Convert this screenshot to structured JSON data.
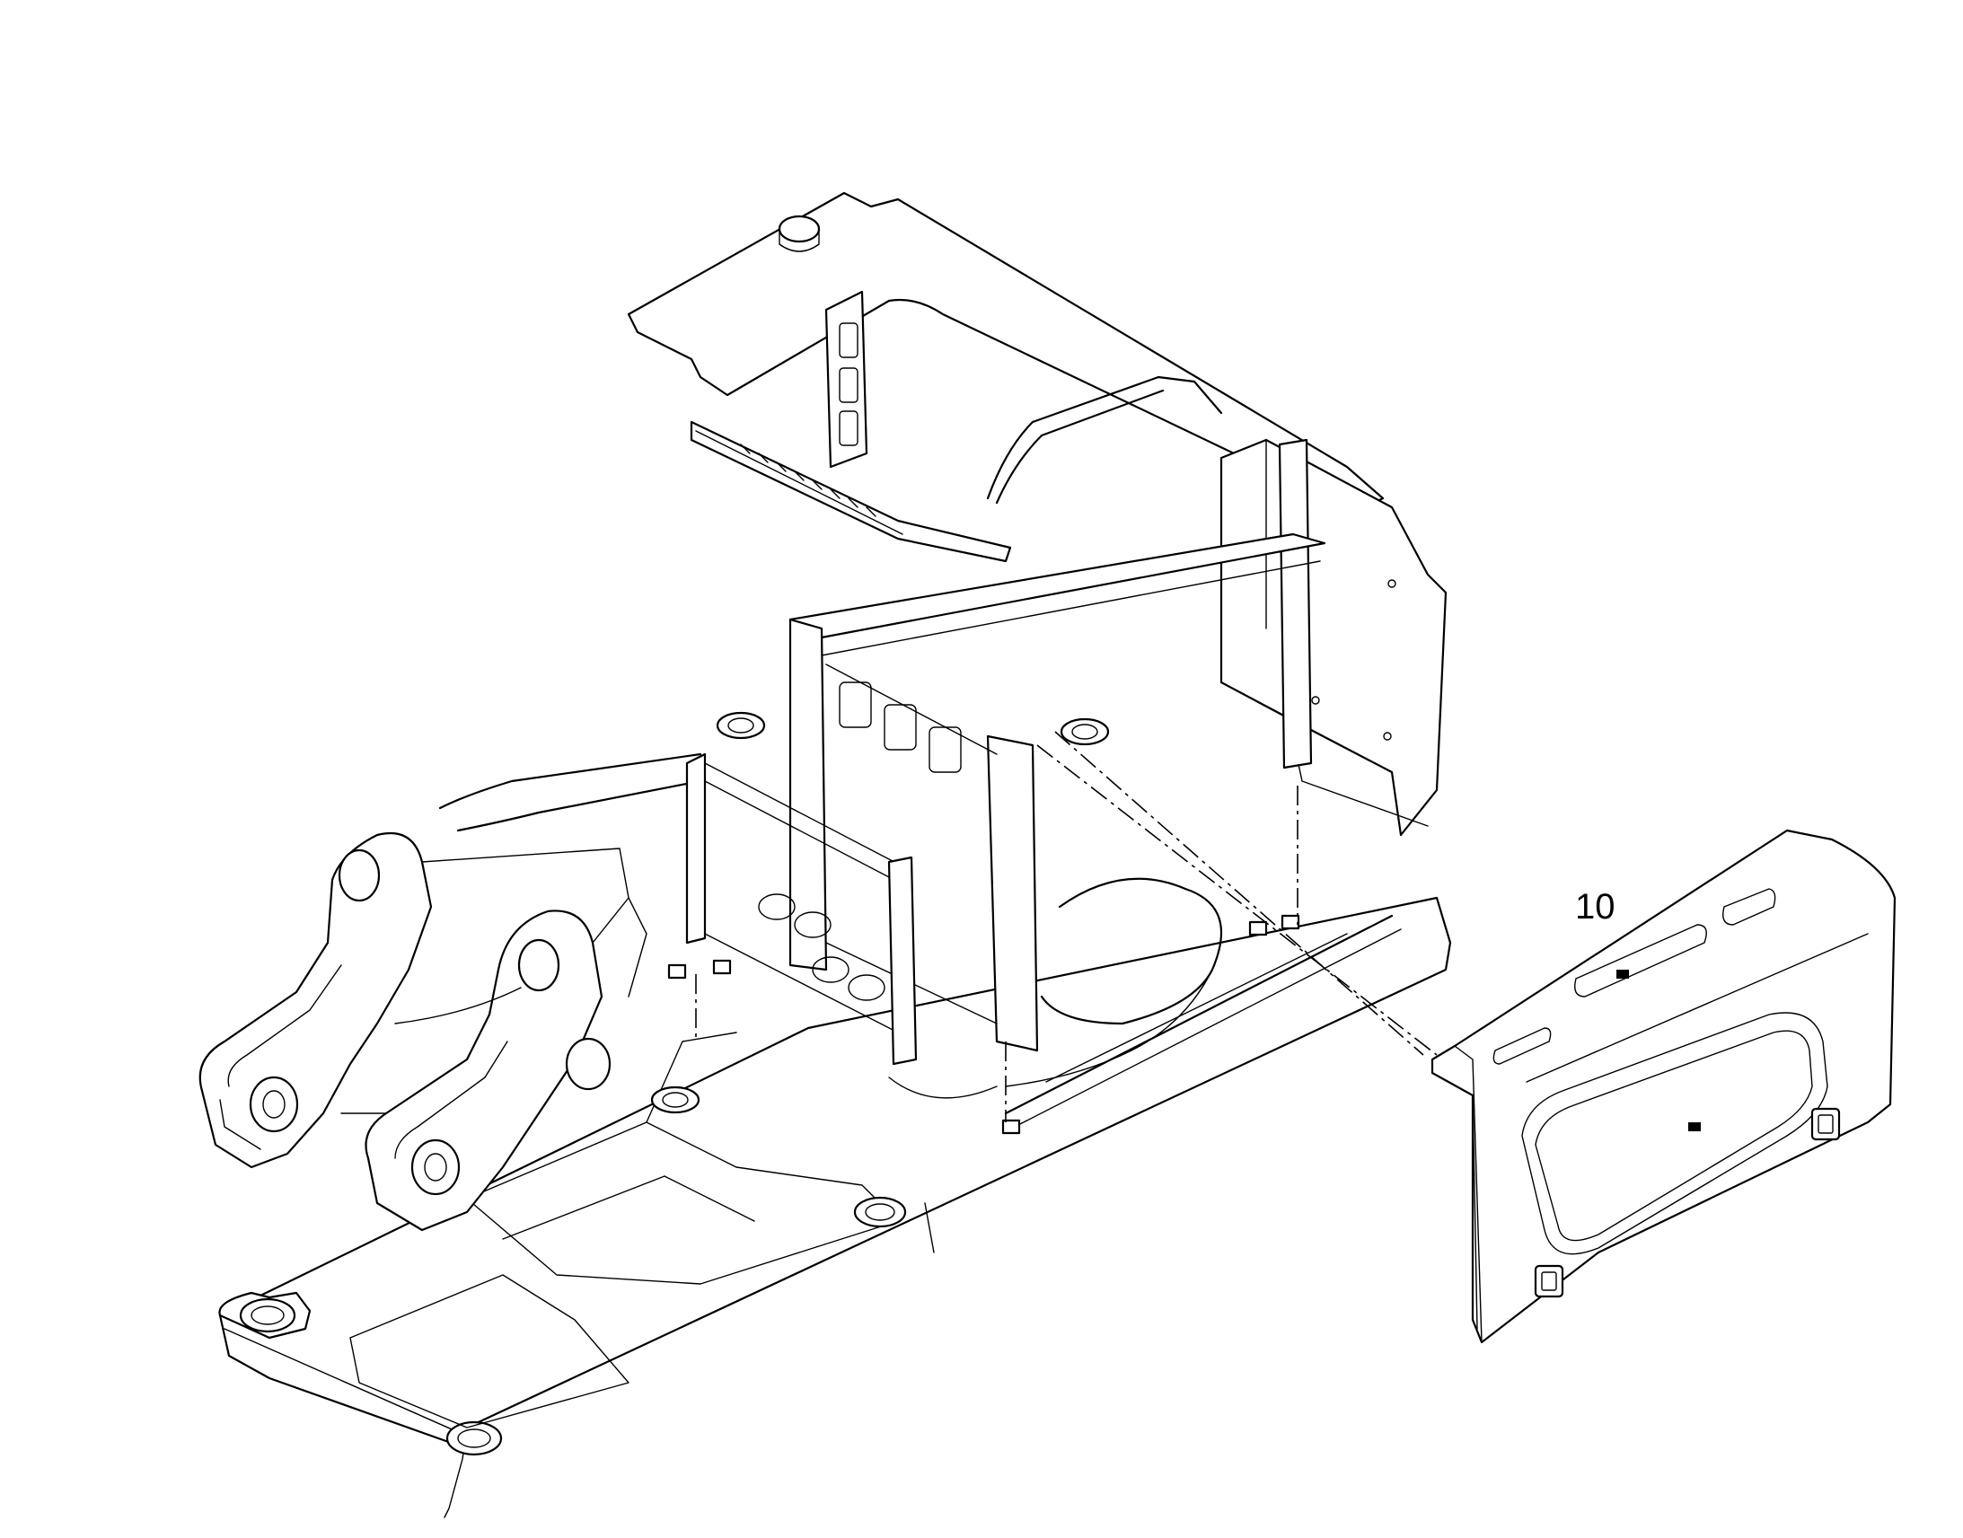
{
  "callouts": [
    {
      "id": "10",
      "label": "10",
      "target": "side-cover-panel"
    }
  ]
}
